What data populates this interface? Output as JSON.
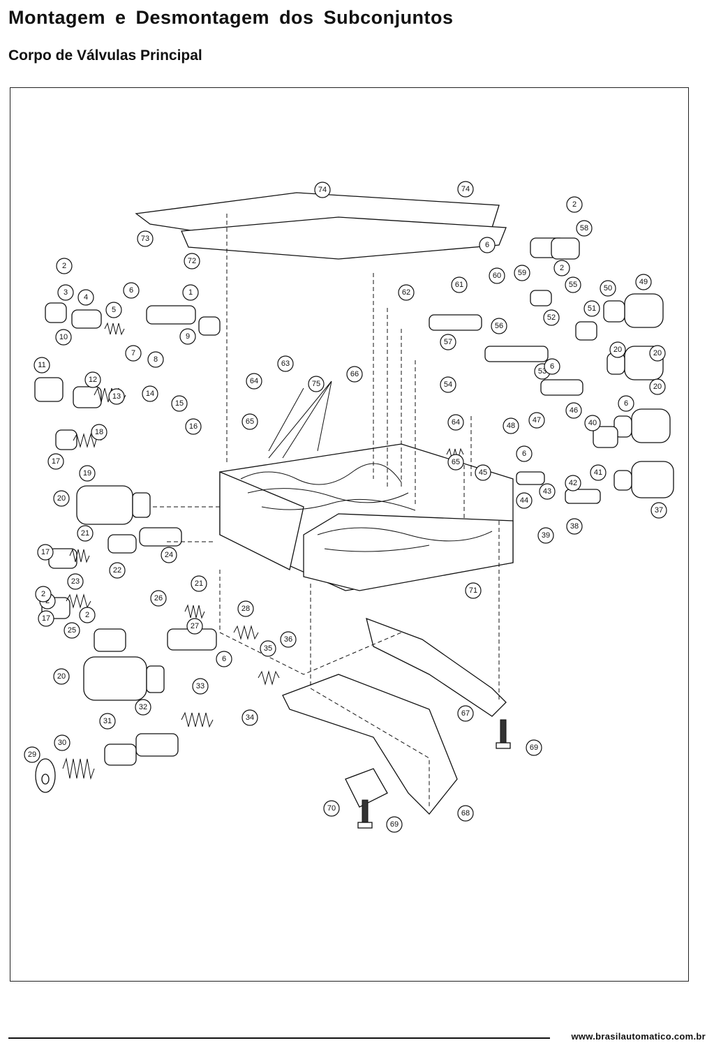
{
  "header": {
    "title": "Montagem e Desmontagem dos Subconjuntos",
    "subtitle": "Corpo de Válvulas Principal"
  },
  "diagram": {
    "callouts": [
      "1",
      "2",
      "3",
      "4",
      "5",
      "6",
      "7",
      "8",
      "9",
      "10",
      "11",
      "12",
      "13",
      "14",
      "15",
      "16",
      "17",
      "18",
      "19",
      "20",
      "21",
      "22",
      "23",
      "24",
      "25",
      "26",
      "27",
      "28",
      "29",
      "30",
      "31",
      "32",
      "33",
      "34",
      "35",
      "36",
      "37",
      "38",
      "39",
      "40",
      "41",
      "42",
      "43",
      "44",
      "45",
      "46",
      "47",
      "48",
      "49",
      "50",
      "51",
      "52",
      "53",
      "54",
      "55",
      "56",
      "57",
      "58",
      "59",
      "60",
      "61",
      "62",
      "63",
      "64",
      "65",
      "66",
      "67",
      "68",
      "69",
      "70",
      "71",
      "72",
      "73",
      "74",
      "75"
    ]
  },
  "footer": {
    "url": "www.brasilautomatico.com.br"
  }
}
